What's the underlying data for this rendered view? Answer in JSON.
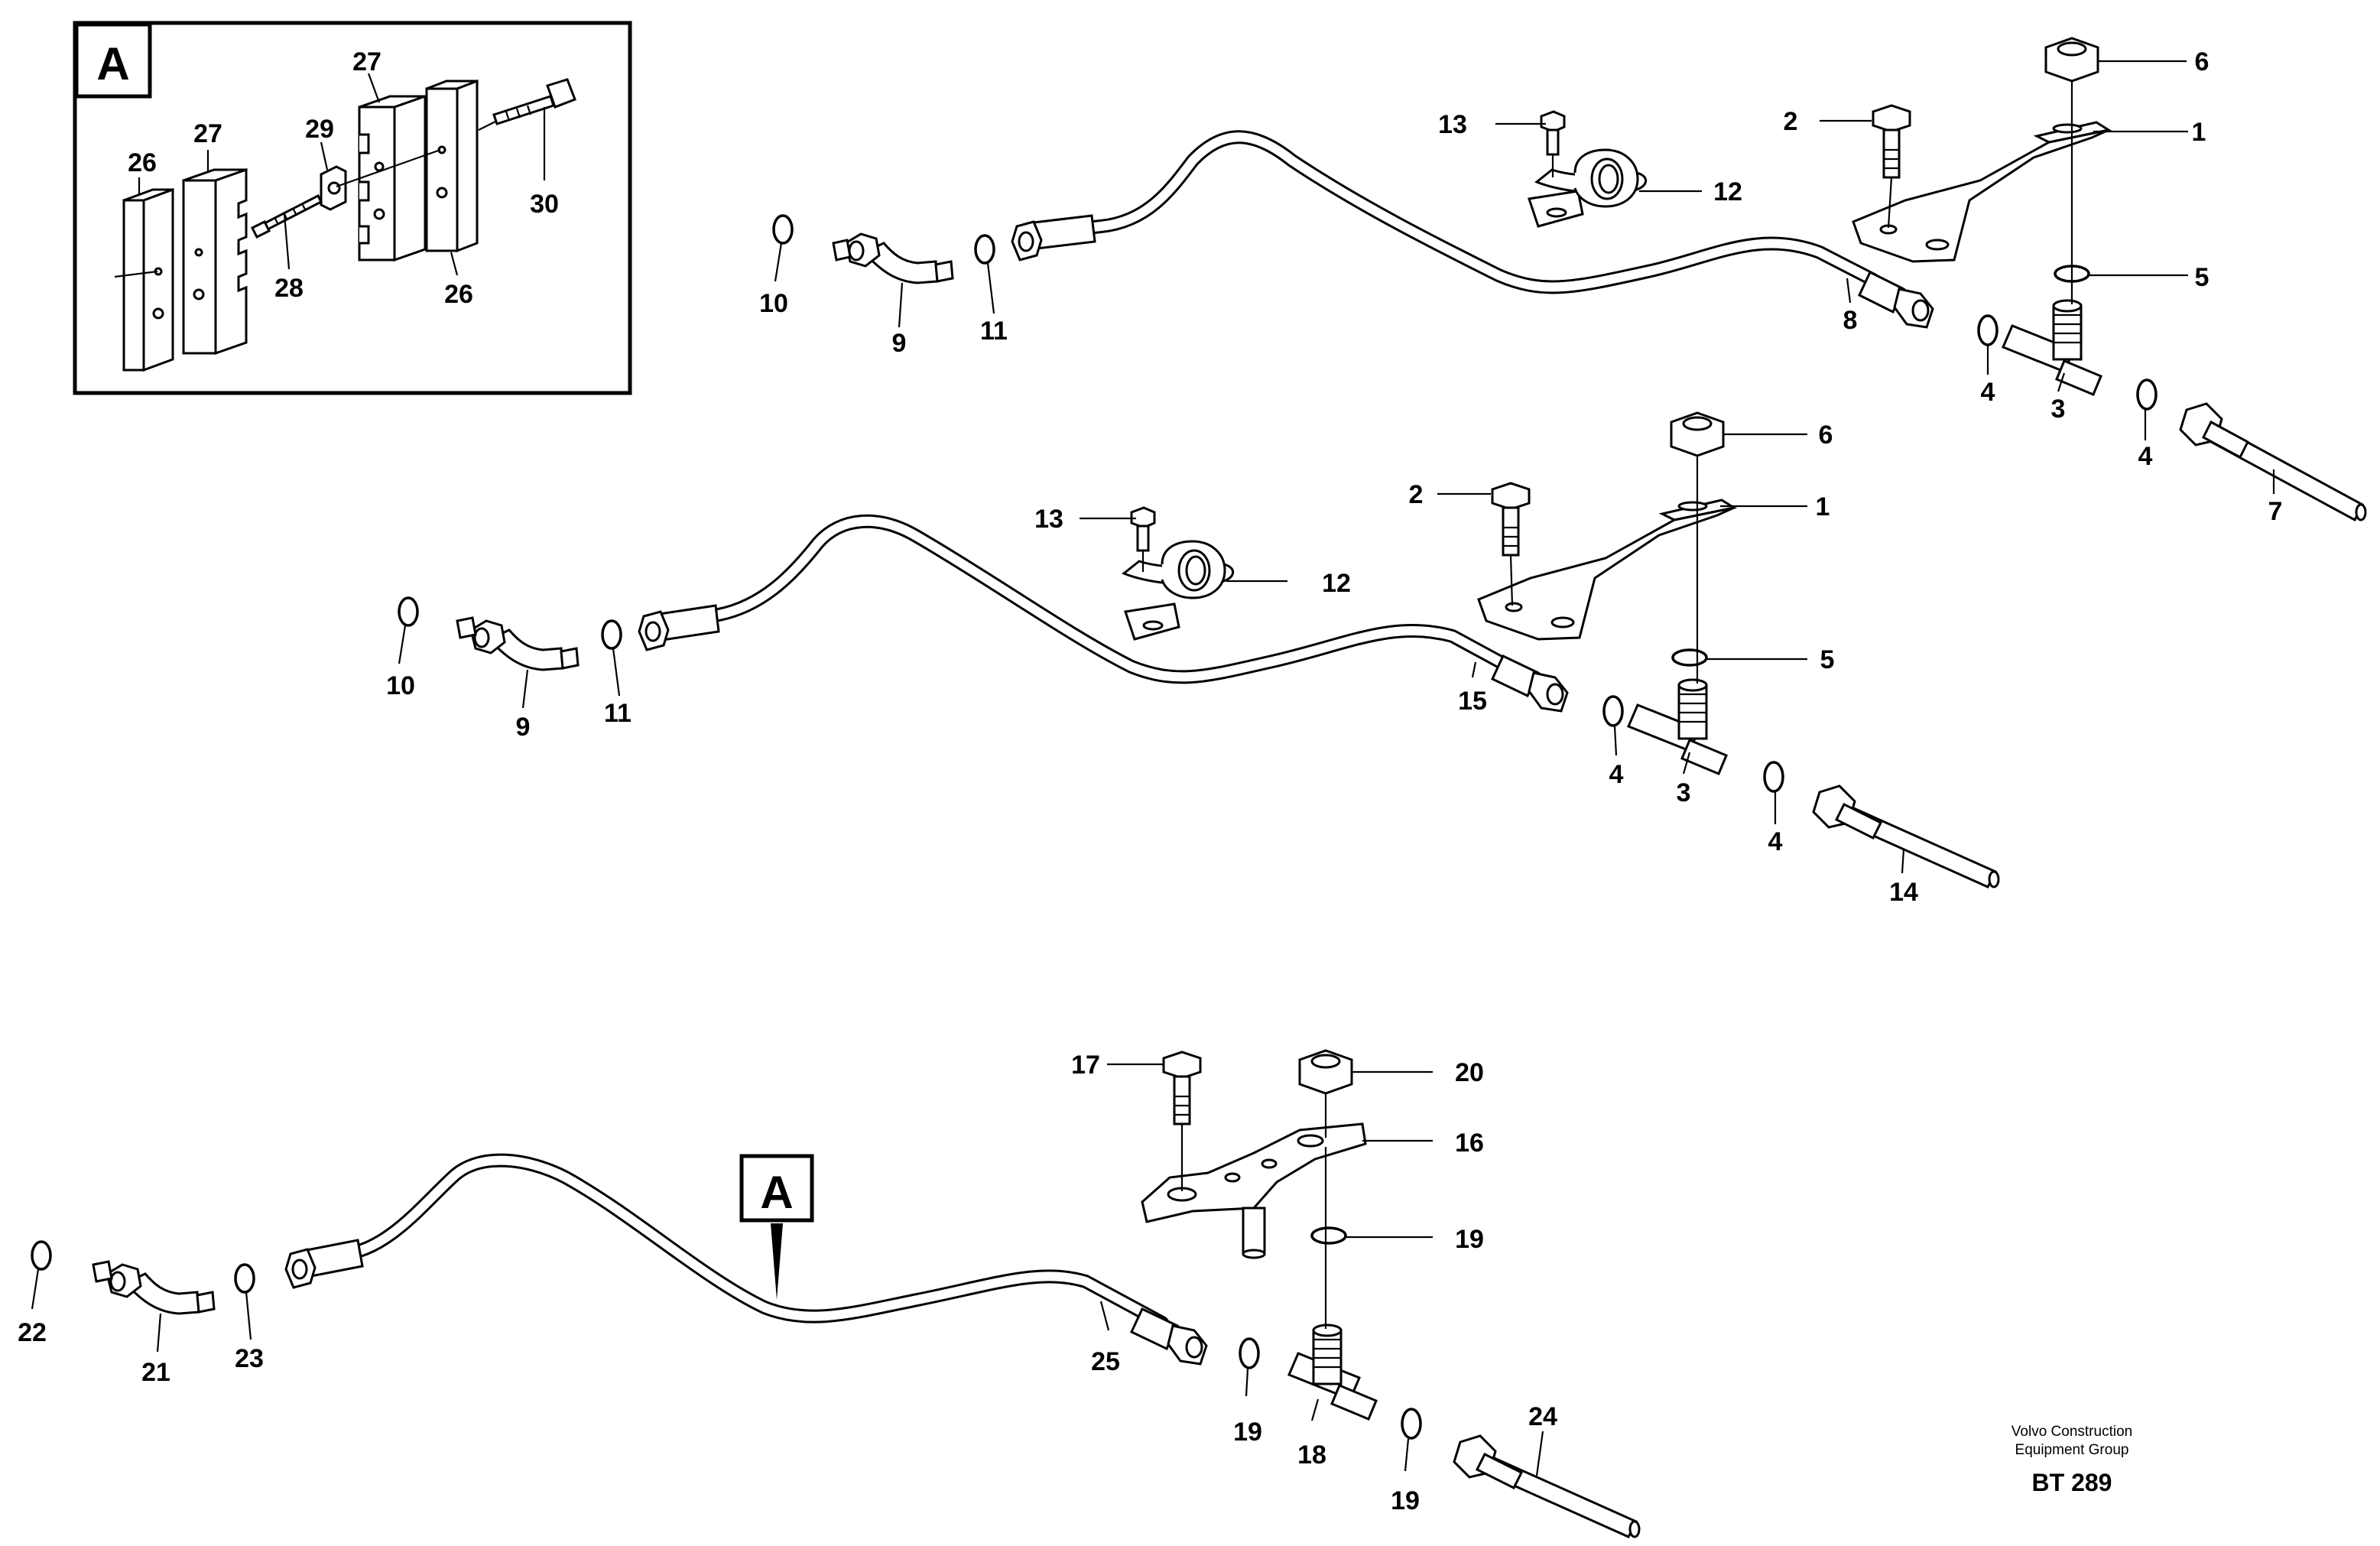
{
  "inset": {
    "tag": "A",
    "callouts": [
      "26",
      "27",
      "27",
      "29",
      "28",
      "26",
      "30"
    ]
  },
  "assembly_1": {
    "callouts": [
      "13",
      "12",
      "2",
      "6",
      "1",
      "5",
      "10",
      "9",
      "11",
      "8",
      "4",
      "3",
      "4",
      "7"
    ]
  },
  "assembly_2": {
    "callouts": [
      "13",
      "12",
      "2",
      "6",
      "1",
      "5",
      "10",
      "9",
      "11",
      "15",
      "4",
      "3",
      "4",
      "14"
    ]
  },
  "assembly_3": {
    "marker": "A",
    "callouts": [
      "17",
      "20",
      "16",
      "19",
      "22",
      "21",
      "23",
      "25",
      "19",
      "18",
      "19",
      "24"
    ]
  },
  "footer": {
    "company_line1": "Volvo Construction",
    "company_line2": "Equipment Group",
    "drawing_code": "BT 289"
  }
}
